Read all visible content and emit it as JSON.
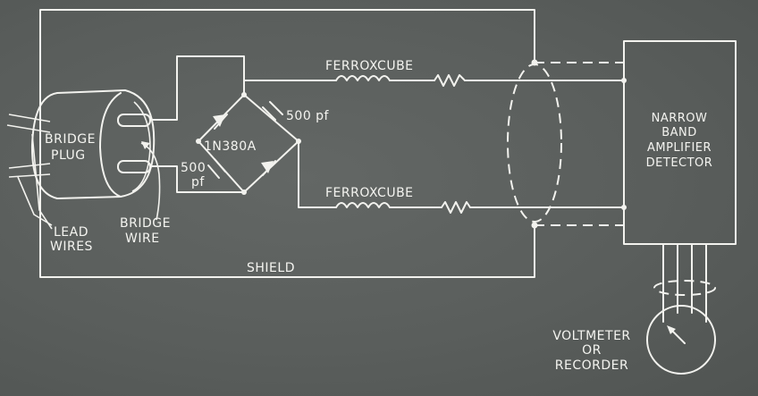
{
  "labels": {
    "bridge_plug_line1": "BRIDGE",
    "bridge_plug_line2": "PLUG",
    "lead_wires_line1": "LEAD",
    "lead_wires_line2": "WIRES",
    "bridge_wire_line1": "BRIDGE",
    "bridge_wire_line2": "WIRE",
    "diode_part": "1N380A",
    "cap_top": "500 pf",
    "cap_bottom_line1": "500",
    "cap_bottom_line2": "pf",
    "ferrox_top": "FERROXCUBE",
    "ferrox_bottom": "FERROXCUBE",
    "shield": "SHIELD",
    "amp_line1": "NARROW",
    "amp_line2": "BAND",
    "amp_line3": "AMPLIFIER",
    "amp_line4": "DETECTOR",
    "meter_line1": "VOLTMETER",
    "meter_line2": "OR",
    "meter_line3": "RECORDER"
  },
  "colors": {
    "background": "#5a5e5c",
    "ink": "#f2f2ee"
  }
}
